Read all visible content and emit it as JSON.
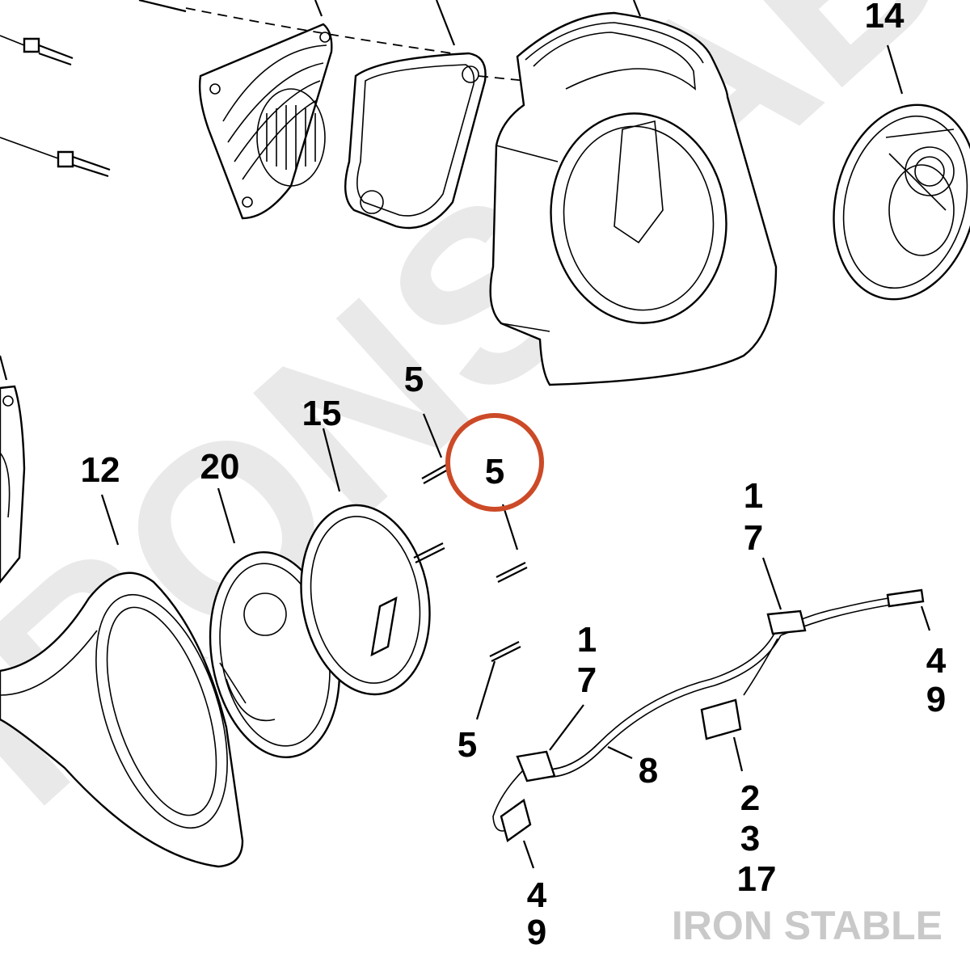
{
  "diagram": {
    "watermark": "IRONSTABLE",
    "brand": "IRON STABLE",
    "highlight_color": "#cc4a27",
    "callouts": {
      "c14": "14",
      "c15": "15",
      "c12": "12",
      "c20": "20",
      "c5_top": "5",
      "c5_circle": "5",
      "c5_bottom": "5",
      "c1_top": "1",
      "c7_top": "7",
      "c1_mid": "1",
      "c7_mid": "7",
      "c8": "8",
      "c4_right": "4",
      "c9_right": "9",
      "c2": "2",
      "c3": "3",
      "c17": "17",
      "c4_bottom": "4",
      "c9_bottom": "9"
    }
  }
}
